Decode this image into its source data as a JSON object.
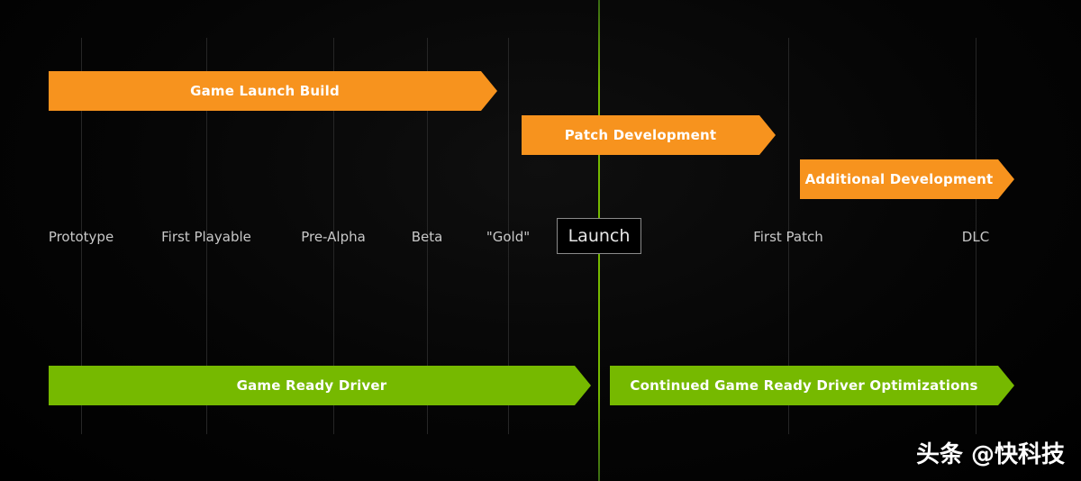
{
  "bars": {
    "game_launch_build": "Game Launch Build",
    "patch_development": "Patch Development",
    "additional_development": "Additional Development",
    "game_ready_driver": "Game Ready Driver",
    "continued_optimizations": "Continued Game Ready Driver Optimizations"
  },
  "milestones": {
    "prototype": "Prototype",
    "first_playable": "First Playable",
    "pre_alpha": "Pre-Alpha",
    "beta": "Beta",
    "gold": "\"Gold\"",
    "launch": "Launch",
    "first_patch": "First Patch",
    "dlc": "DLC"
  },
  "watermark": "头条 @快科技",
  "colors": {
    "orange": "#f7931e",
    "green": "#76b900",
    "background": "#000000"
  }
}
